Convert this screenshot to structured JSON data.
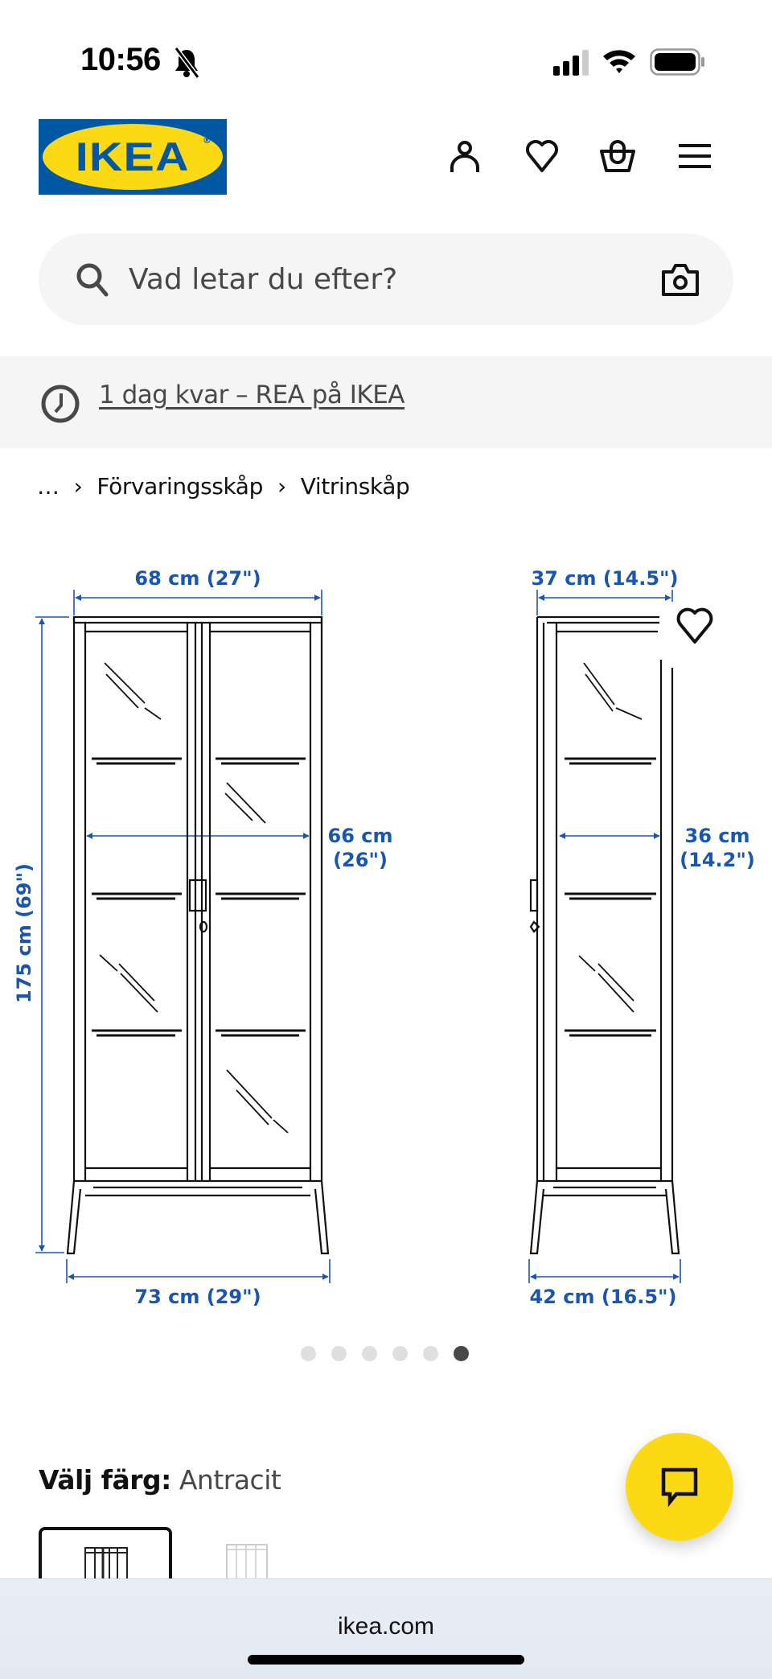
{
  "status_bar": {
    "time": "10:56",
    "silent_mode": true,
    "signal_bars": 3,
    "wifi": true,
    "battery": "full"
  },
  "header": {
    "logo_text": "IKEA",
    "icons": [
      "account-icon",
      "wishlist-heart-icon",
      "shopping-bag-icon",
      "hamburger-menu-icon"
    ]
  },
  "search": {
    "placeholder": "Vad letar du efter?",
    "value": ""
  },
  "banner": {
    "icon": "clock-icon",
    "link_text": "1 dag kvar – REA på IKEA"
  },
  "breadcrumb": {
    "items": [
      "…",
      "Förvaringsskåp",
      "Vitrinskåp"
    ],
    "separator": "›"
  },
  "product_image": {
    "alt": "Vitrinskåp måttskiss",
    "dimensions": {
      "front_top_width": "68 cm (27\")",
      "front_inner_width_cm": "66 cm",
      "front_inner_width_in": "(26\")",
      "front_height": "175 cm (69\")",
      "front_bottom_width": "73 cm (29\")",
      "side_top_depth": "37 cm (14.5\")",
      "side_inner_depth_cm": "36 cm",
      "side_inner_depth_in": "(14.2\")",
      "side_bottom_depth": "42 cm (16.5\")"
    },
    "dimension_color": "#1a56b0"
  },
  "carousel": {
    "total": 6,
    "active_index": 5
  },
  "color_picker": {
    "label": "Välj färg:",
    "selected": "Antracit",
    "swatches": [
      {
        "name": "Antracit",
        "selected": true
      },
      {
        "name": "Vit",
        "selected": false
      }
    ]
  },
  "chat": {
    "icon": "chat-bubble-icon"
  },
  "browser": {
    "url": "ikea.com"
  },
  "colors": {
    "ikea_blue": "#0058a3",
    "ikea_yellow": "#fbd914",
    "banner_bg": "#f5f5f5",
    "text_muted": "#484848"
  }
}
